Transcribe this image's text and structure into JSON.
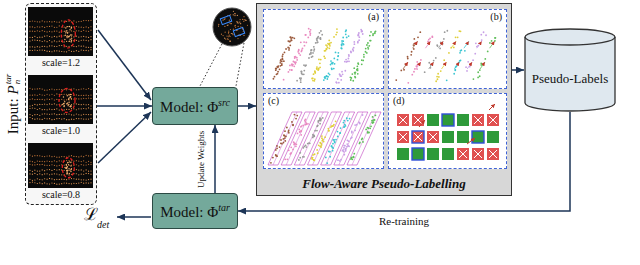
{
  "diagram": {
    "nodes": [
      {
        "text": [
          "Input:",
          "P",
          "tar",
          "n",
          "scale=1.2",
          "scale=1.0",
          "scale=0.8"
        ]
      },
      {
        "text": [
          "Model: Φ",
          "src"
        ]
      },
      {
        "text": [
          "Flow-Aware Pseudo-Labelling"
        ]
      },
      {
        "text": [
          "(a)"
        ],
        "in": 2
      },
      {
        "text": [
          "(b)"
        ],
        "in": 2
      },
      {
        "text": [
          "(c)"
        ],
        "in": 2
      },
      {
        "text": [
          "(d)"
        ],
        "in": 2
      },
      {
        "text": [
          "Pseudo-Labels"
        ]
      },
      {
        "text": [
          "Model: Φ",
          "tar"
        ]
      }
    ],
    "edges": [
      {
        "from": 0,
        "to": 1,
        "arrow": "to"
      },
      {
        "from": 1,
        "to": 2,
        "arrow": "to"
      },
      {
        "from": 2,
        "to": 7,
        "arrow": "to"
      },
      {
        "from": 7,
        "to": 8,
        "arrow": "to",
        "label": "Re-training"
      },
      {
        "from": 8,
        "to": 1,
        "arrow": "to",
        "label": "Update Weights"
      }
    ],
    "labels": [
      "ℒ",
      "det"
    ]
  }
}
